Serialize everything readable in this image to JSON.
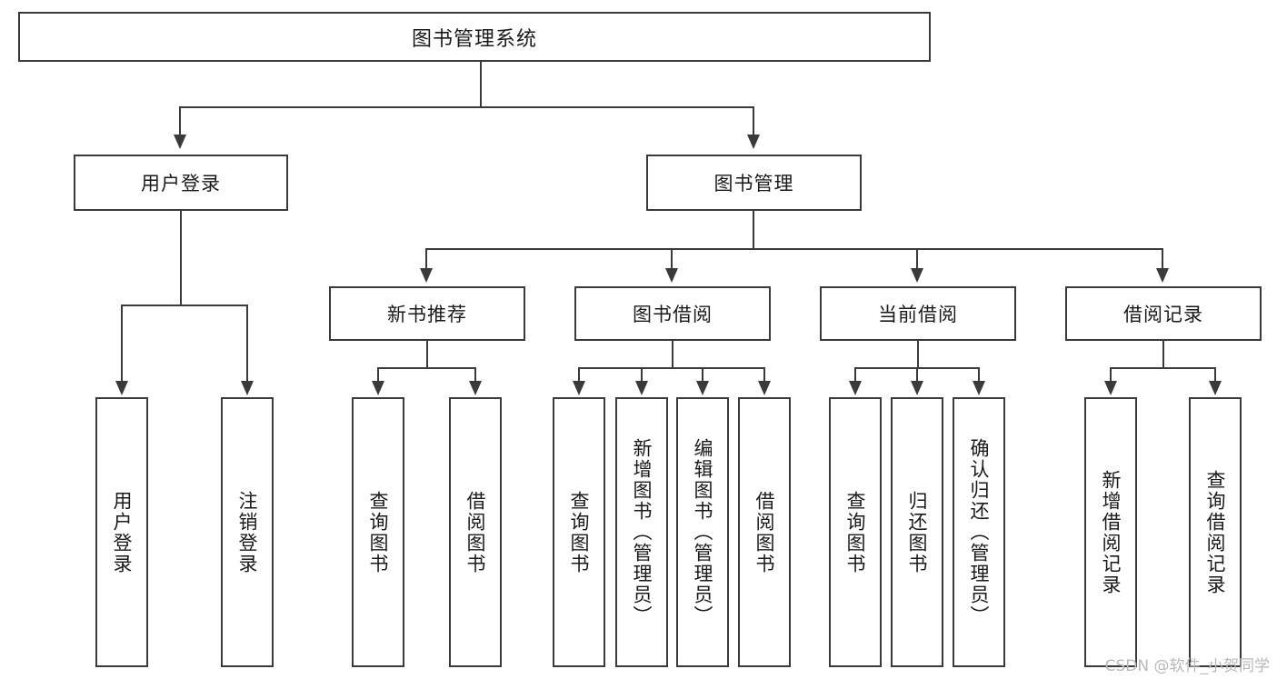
{
  "diagram": {
    "type": "tree",
    "title": "图书管理系统",
    "watermark": "CSDN @软件_小贺同学",
    "colors": {
      "box_border": "#3a3a3a",
      "box_fill": "#ffffff",
      "connector": "#3a3a3a",
      "text": "#1a1a1a",
      "watermark": "#b9b9b9"
    },
    "nodes": {
      "root": "图书管理系统",
      "user_login": "用户登录",
      "book_manage": "图书管理",
      "new_book_rec": "新书推荐",
      "book_borrow": "图书借阅",
      "current_borrow": "当前借阅",
      "borrow_record": "借阅记录",
      "login_do": "用户登录",
      "logout_do": "注销登录",
      "rec_query_book": "查询图书",
      "rec_borrow_book": "借阅图书",
      "br_query_book": "查询图书",
      "br_add_book": "新增图书（管理员）",
      "br_edit_book": "编辑图书（管理员）",
      "br_borrow_book": "借阅图书",
      "cb_query_book": "查询图书",
      "cb_return_book": "归还图书",
      "cb_confirm_return": "确认归还（管理员）",
      "rec_add_record": "新增借阅记录",
      "rec_query_record": "查询借阅记录"
    }
  }
}
